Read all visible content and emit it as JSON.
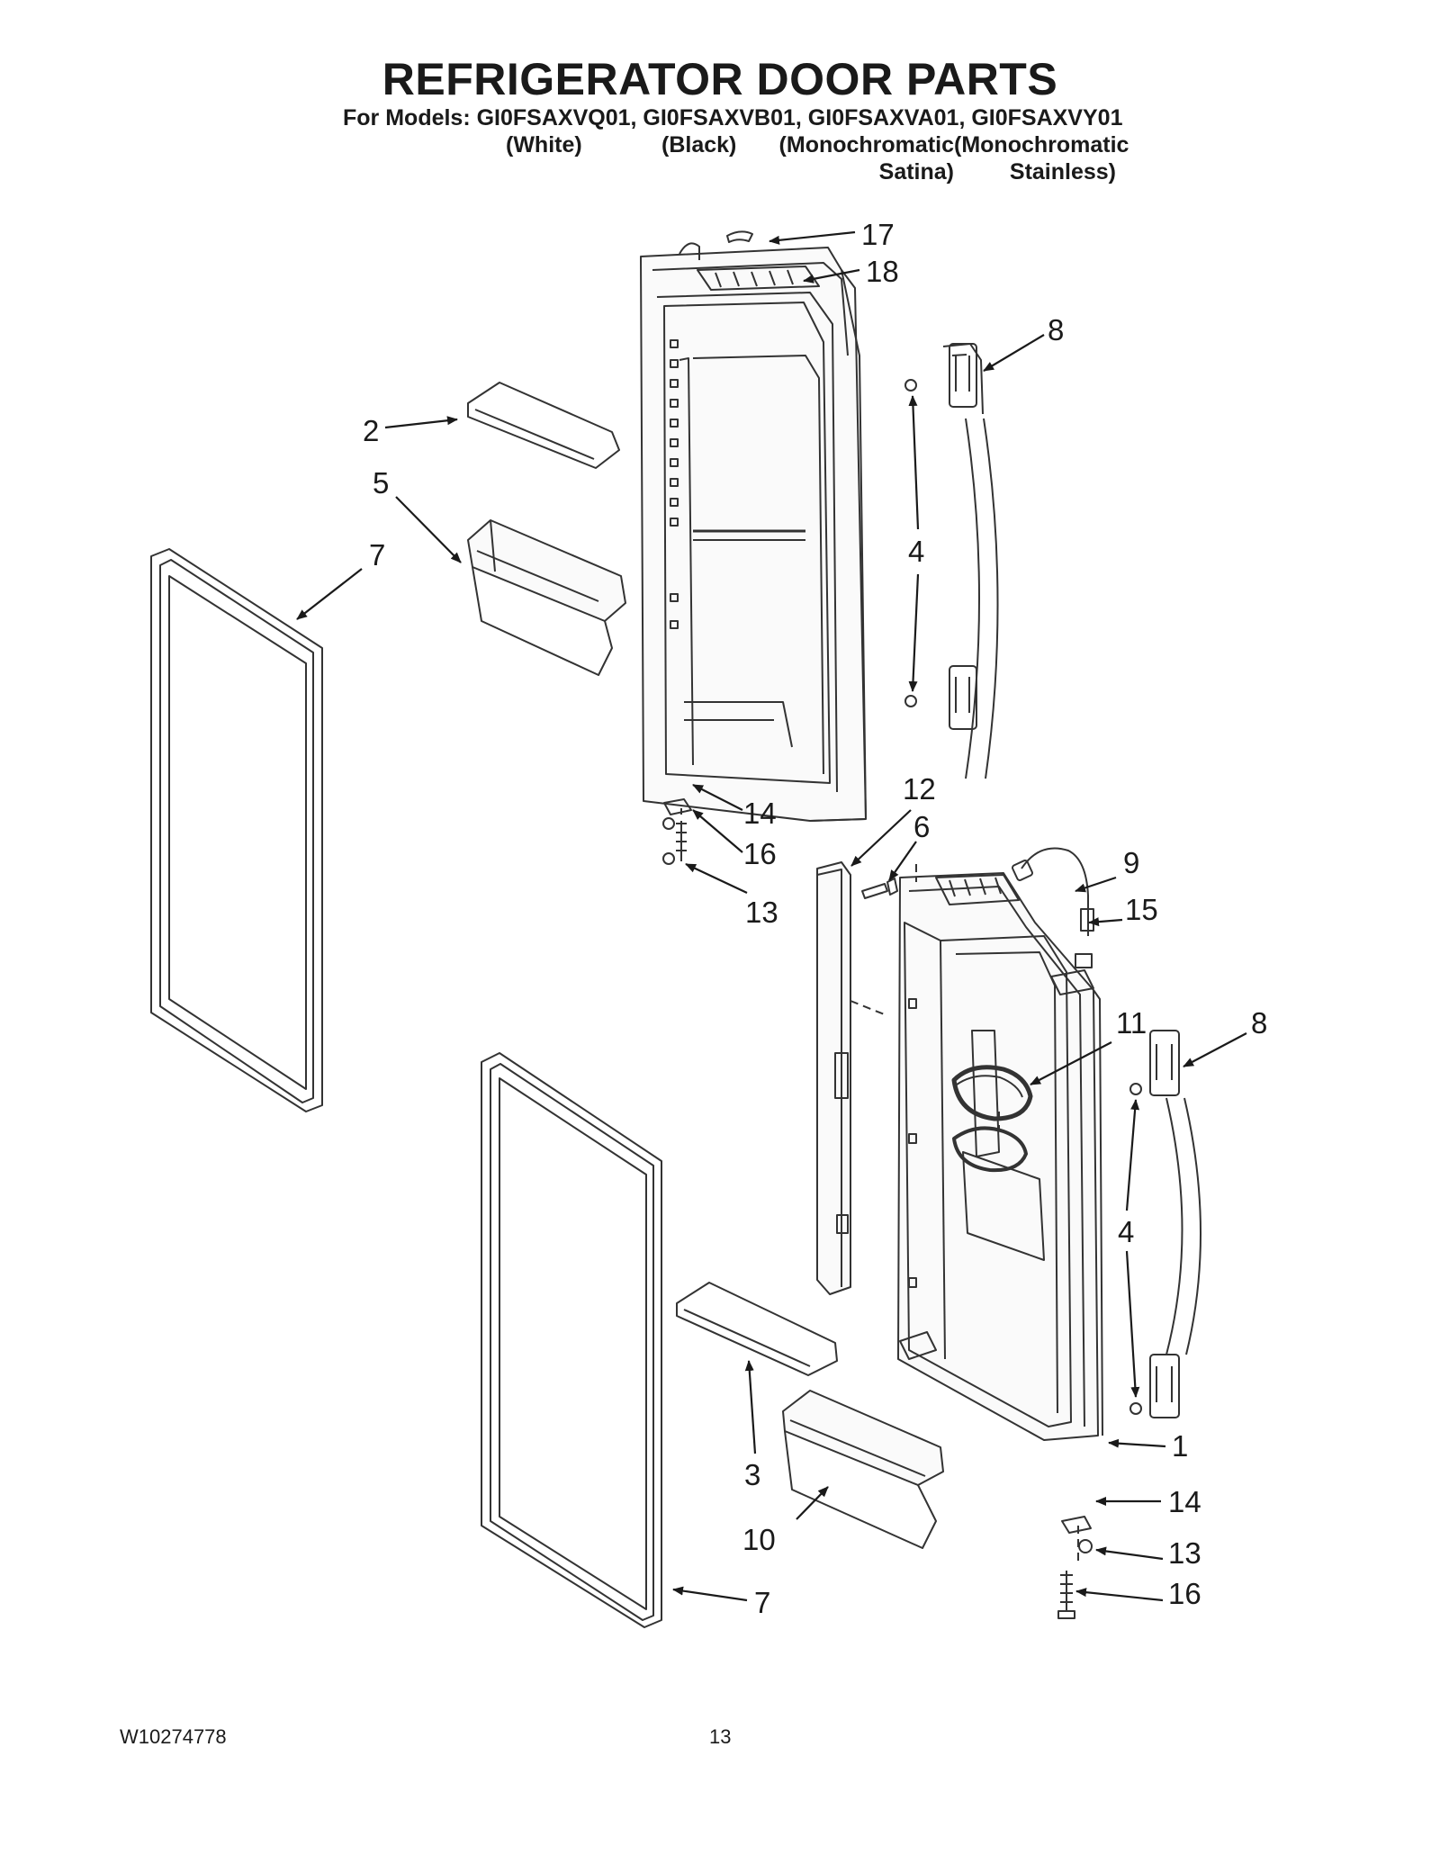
{
  "header": {
    "title": "REFRIGERATOR DOOR PARTS",
    "models_line": "For Models: GI0FSAXVQ01, GI0FSAXVB01, GI0FSAXVA01, GI0FSAXVY01",
    "variants": [
      {
        "line1": "(White)",
        "line2": ""
      },
      {
        "line1": "(Black)",
        "line2": ""
      },
      {
        "line1": "(Monochromatic",
        "line2": "Satina)"
      },
      {
        "line1": "(Monochromatic",
        "line2": "Stainless)"
      }
    ]
  },
  "callouts": {
    "c17": "17",
    "c18": "18",
    "c8a": "8",
    "c2": "2",
    "c5": "5",
    "c7a": "7",
    "c4a": "4",
    "c14a": "14",
    "c16a": "16",
    "c13a": "13",
    "c12": "12",
    "c6": "6",
    "c9": "9",
    "c15": "15",
    "c11": "11",
    "c8b": "8",
    "c4b": "4",
    "c1": "1",
    "c3": "3",
    "c14b": "14",
    "c10": "10",
    "c13b": "13",
    "c7b": "7",
    "c16b": "16"
  },
  "footer": {
    "doc_number": "W10274778",
    "page_number": "13"
  }
}
